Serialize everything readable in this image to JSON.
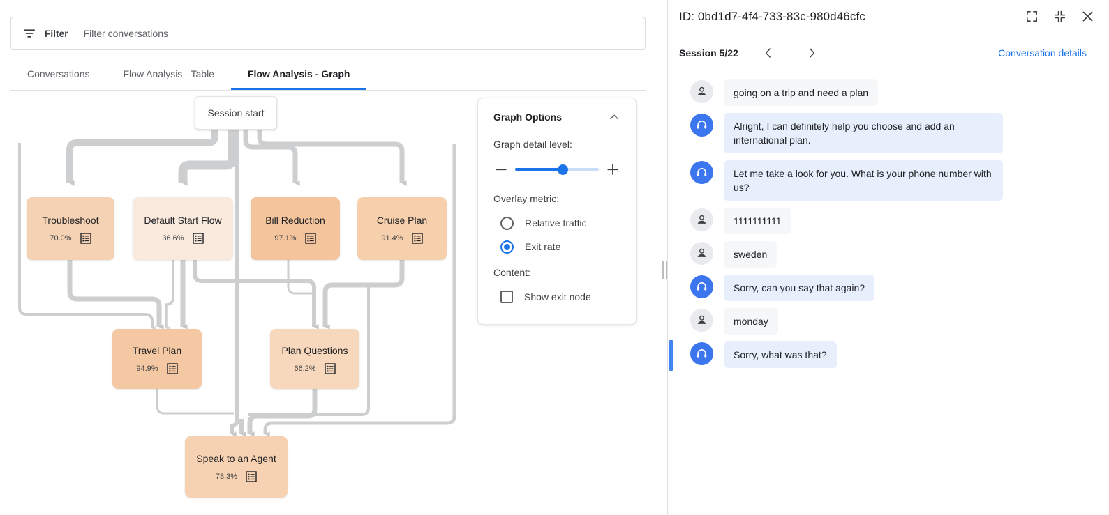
{
  "filter": {
    "icon": "filter-icon",
    "label": "Filter",
    "placeholder": "Filter conversations",
    "value": ""
  },
  "tabs": [
    {
      "label": "Conversations",
      "active": false
    },
    {
      "label": "Flow Analysis - Table",
      "active": false
    },
    {
      "label": "Flow Analysis - Graph",
      "active": true
    }
  ],
  "graph": {
    "session_start_label": "Session start",
    "nodes": [
      {
        "id": "troubleshoot",
        "label": "Troubleshoot",
        "metric": "70.0%",
        "color": "#f5d2b3",
        "icon": "list-icon"
      },
      {
        "id": "default_start",
        "label": "Default Start Flow",
        "metric": "36.6%",
        "color": "#faeade",
        "icon": "list-icon"
      },
      {
        "id": "bill_reduction",
        "label": "Bill Reduction",
        "metric": "97.1%",
        "color": "#f4c49c",
        "icon": "list-icon"
      },
      {
        "id": "cruise_plan",
        "label": "Cruise Plan",
        "metric": "91.4%",
        "color": "#f6cfad",
        "icon": "list-icon"
      },
      {
        "id": "travel_plan",
        "label": "Travel Plan",
        "metric": "94.9%",
        "color": "#f5c8a4",
        "icon": "list-icon"
      },
      {
        "id": "plan_questions",
        "label": "Plan Questions",
        "metric": "66.2%",
        "color": "#f8d8bd",
        "icon": "list-icon"
      },
      {
        "id": "speak_agent",
        "label": "Speak to an Agent",
        "metric": "78.3%",
        "color": "#f7d2b2",
        "icon": "list-icon"
      }
    ]
  },
  "options": {
    "title": "Graph Options",
    "collapse_icon": "chevron-up-icon",
    "detail_label": "Graph detail level:",
    "detail_value": 57,
    "minus_icon": "minus-icon",
    "plus_icon": "plus-icon",
    "overlay_label": "Overlay metric:",
    "overlay_options": [
      {
        "label": "Relative traffic",
        "selected": false
      },
      {
        "label": "Exit rate",
        "selected": true
      }
    ],
    "content_label": "Content:",
    "content_options": [
      {
        "label": "Show exit node",
        "checked": false
      }
    ]
  },
  "conversation": {
    "id_text": "ID: 0bd1d7-4f4-733-83c-980d46cfc",
    "expand_icon": "expand-icon",
    "collapse_icon": "collapse-icon",
    "close_icon": "close-icon",
    "session_label": "Session 5/22",
    "prev_icon": "chevron-left-icon",
    "next_icon": "chevron-right-icon",
    "details_link": "Conversation details",
    "accent_color": "#1a73e8",
    "messages": [
      {
        "role": "user",
        "text": "going on a trip and need a plan",
        "highlight": false
      },
      {
        "role": "agent",
        "text": "Alright, I can definitely help you choose and add an international plan.",
        "highlight": false
      },
      {
        "role": "agent",
        "text": "Let me take a look for you. What is your phone number with us?",
        "highlight": false
      },
      {
        "role": "user",
        "text": "1111111111",
        "highlight": false
      },
      {
        "role": "user",
        "text": "sweden",
        "highlight": false
      },
      {
        "role": "agent",
        "text": "Sorry, can you say that again?",
        "highlight": false
      },
      {
        "role": "user",
        "text": "monday",
        "highlight": false
      },
      {
        "role": "agent",
        "text": "Sorry, what was that?",
        "highlight": true
      }
    ]
  }
}
